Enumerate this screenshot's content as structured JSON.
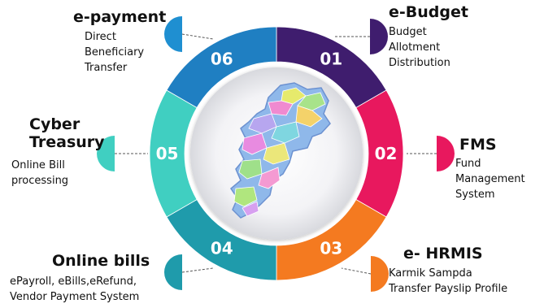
{
  "center_image": "chhattisgarh-district-map",
  "segments": [
    {
      "number": "01",
      "title": "e-Budget",
      "desc": [
        "Budget",
        "Allotment",
        "Distribution"
      ],
      "color": "#3f1d6e",
      "tab_color": "#3f1d6e"
    },
    {
      "number": "02",
      "title": "FMS",
      "desc": [
        "Fund",
        "Management",
        "System"
      ],
      "color": "#e8185e",
      "tab_color": "#e8185e"
    },
    {
      "number": "03",
      "title": "e- HRMIS",
      "desc": [
        "Karmik Sampda",
        "Transfer Payslip Profile"
      ],
      "color": "#f47a20",
      "tab_color": "#f47a20"
    },
    {
      "number": "04",
      "title": "Online bills",
      "desc": [
        "ePayroll, eBills,eRefund,",
        "Vendor Payment System"
      ],
      "color": "#1f9bab",
      "tab_color": "#1f9bab"
    },
    {
      "number": "05",
      "title": "Cyber\nTreasury",
      "desc": [
        "Online Bill",
        "processing"
      ],
      "color": "#40cfc1",
      "tab_color": "#40cfc1"
    },
    {
      "number": "06",
      "title": "e-payment",
      "desc": [
        "Direct",
        "Beneficiary",
        "Transfer"
      ],
      "color": "#1f7fc2",
      "tab_color": "#1f8fd1"
    }
  ]
}
